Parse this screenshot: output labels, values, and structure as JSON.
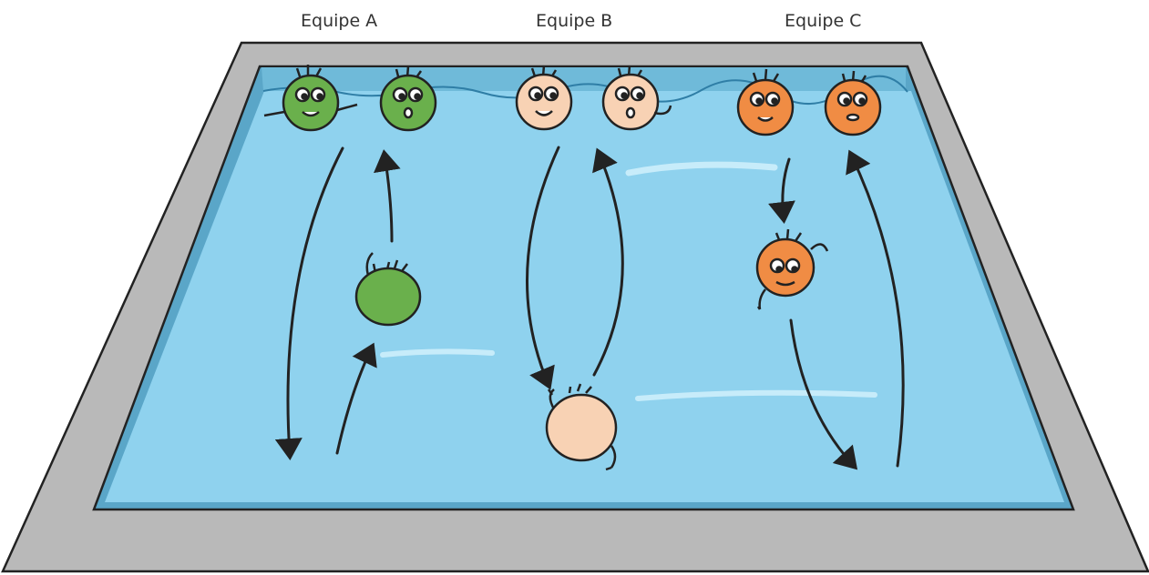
{
  "teams": [
    {
      "label": "Equipe A",
      "color": "#6ab04c"
    },
    {
      "label": "Equipe B",
      "color": "#f8d2b4"
    },
    {
      "label": "Equipe C",
      "color": "#f08c44"
    }
  ],
  "colors": {
    "water": "#8fd2ee",
    "water_dark": "#5aa6c8",
    "pool_deck": "#b9b9b9",
    "outline": "#222222"
  },
  "icons": [
    "swimmer-head",
    "direction-arrow"
  ]
}
